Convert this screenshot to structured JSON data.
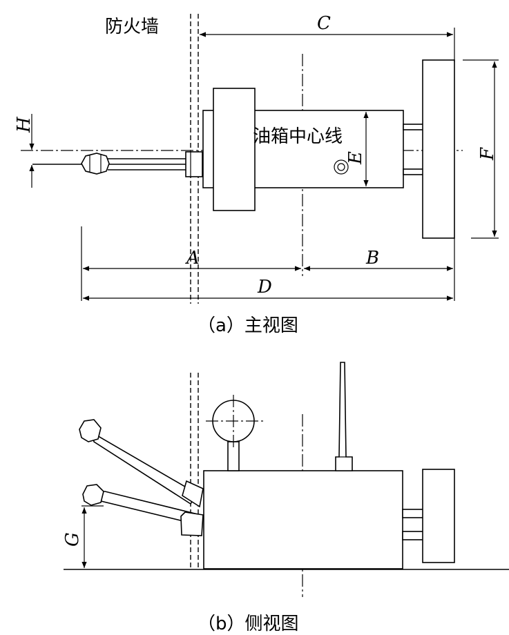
{
  "labels": {
    "firewall": "防火墙",
    "tank_center_line": "油箱中心线",
    "A": "A",
    "B": "B",
    "C": "C",
    "D": "D",
    "E": "E",
    "F": "F",
    "G": "G",
    "H": "H"
  },
  "captions": {
    "front_view": "（a）主视图",
    "side_view": "（b）侧视图"
  }
}
